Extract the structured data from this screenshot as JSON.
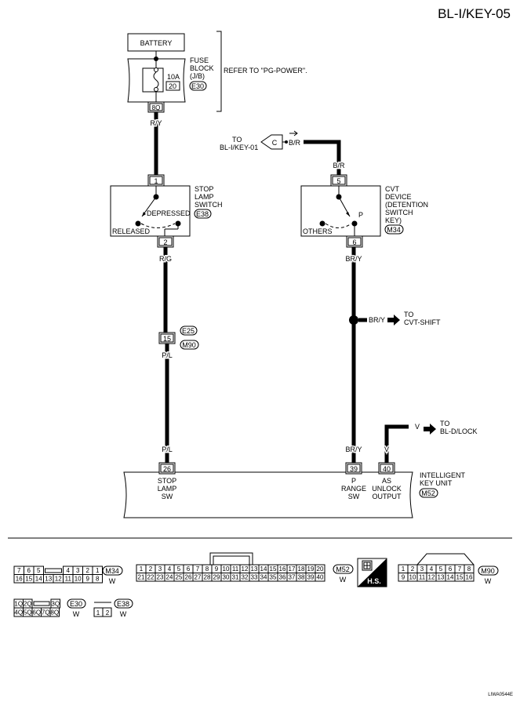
{
  "page_title": "BL-I/KEY-05",
  "footer_code": "LIWA0544E",
  "battery": {
    "label": "BATTERY"
  },
  "fuse_block": {
    "label1": "FUSE",
    "label2": "BLOCK",
    "label3": "(J/B)",
    "rating": "10A",
    "fuse_no": "20",
    "connector": "E30",
    "terminal": "8Q",
    "refer": "REFER TO \"PG-POWER\"."
  },
  "wires": {
    "ry": "R/Y",
    "rg": "R/G",
    "pl_top": "P/L",
    "pl_bottom": "P/L",
    "br_top": "B/R",
    "br_side": "B/R",
    "bry_top": "BR/Y",
    "bry_mid": "BR/Y",
    "bry_bottom": "BR/Y",
    "v_top": "V",
    "v_bottom": "V"
  },
  "links": {
    "to_bl_to": "TO",
    "to_bl_key01": "BL-I/KEY-01",
    "connector_c": "C",
    "to_cvt_to": "TO",
    "to_cvt_shift": "CVT-SHIFT",
    "to_dlock_to": "TO",
    "to_dlock": "BL-D/LOCK"
  },
  "stop_lamp_switch": {
    "label1": "STOP",
    "label2": "LAMP",
    "label3": "SWITCH",
    "connector": "E38",
    "pin_in": "1",
    "pin_out": "2",
    "pos_depressed": "DEPRESSED",
    "pos_released": "RELEASED"
  },
  "cvt_device": {
    "label1": "CVT",
    "label2": "DEVICE",
    "label3": "(DETENTION",
    "label4": "SWITCH",
    "label5": "KEY)",
    "connector": "M34",
    "pin_in": "5",
    "pin_out": "6",
    "pos_p": "P",
    "pos_others": "OTHERS"
  },
  "joint": {
    "pin": "15",
    "conn1": "E25",
    "conn2": "M90"
  },
  "ik_unit": {
    "label1": "INTELLIGENT",
    "label2": "KEY UNIT",
    "connector": "M52",
    "pins": [
      {
        "no": "26",
        "l1": "STOP",
        "l2": "LAMP",
        "l3": "SW"
      },
      {
        "no": "39",
        "l1": "P",
        "l2": "RANGE",
        "l3": "SW"
      },
      {
        "no": "40",
        "l1": "AS",
        "l2": "UNLOCK",
        "l3": "OUTPUT"
      }
    ]
  },
  "connectors": {
    "m34": {
      "name": "M34",
      "color": "W",
      "top": [
        "7",
        "6",
        "5",
        "4",
        "3",
        "2",
        "1"
      ],
      "bottom": [
        "16",
        "15",
        "14",
        "13",
        "12",
        "11",
        "10",
        "9",
        "8"
      ]
    },
    "m52": {
      "name": "M52",
      "color": "W",
      "top": [
        "1",
        "2",
        "3",
        "4",
        "5",
        "6",
        "7",
        "8",
        "9",
        "10",
        "11",
        "12",
        "13",
        "14",
        "15",
        "16",
        "17",
        "18",
        "19",
        "20"
      ],
      "bottom": [
        "21",
        "22",
        "23",
        "24",
        "25",
        "26",
        "27",
        "28",
        "29",
        "30",
        "31",
        "32",
        "33",
        "34",
        "35",
        "36",
        "37",
        "38",
        "39",
        "40"
      ]
    },
    "hs": {
      "label": "H.S."
    },
    "m90": {
      "name": "M90",
      "color": "W",
      "top": [
        "1",
        "2",
        "3",
        "4",
        "5",
        "6",
        "7",
        "8"
      ],
      "bottom": [
        "9",
        "10",
        "11",
        "12",
        "13",
        "14",
        "15",
        "16"
      ]
    },
    "e30": {
      "name": "E30",
      "color": "W",
      "top": [
        "1Q",
        "2Q",
        "3Q"
      ],
      "bottom": [
        "4Q",
        "5Q",
        "6Q",
        "7Q",
        "8Q"
      ]
    },
    "e38": {
      "name": "E38",
      "color": "W",
      "pins": [
        "1",
        "2"
      ]
    }
  }
}
